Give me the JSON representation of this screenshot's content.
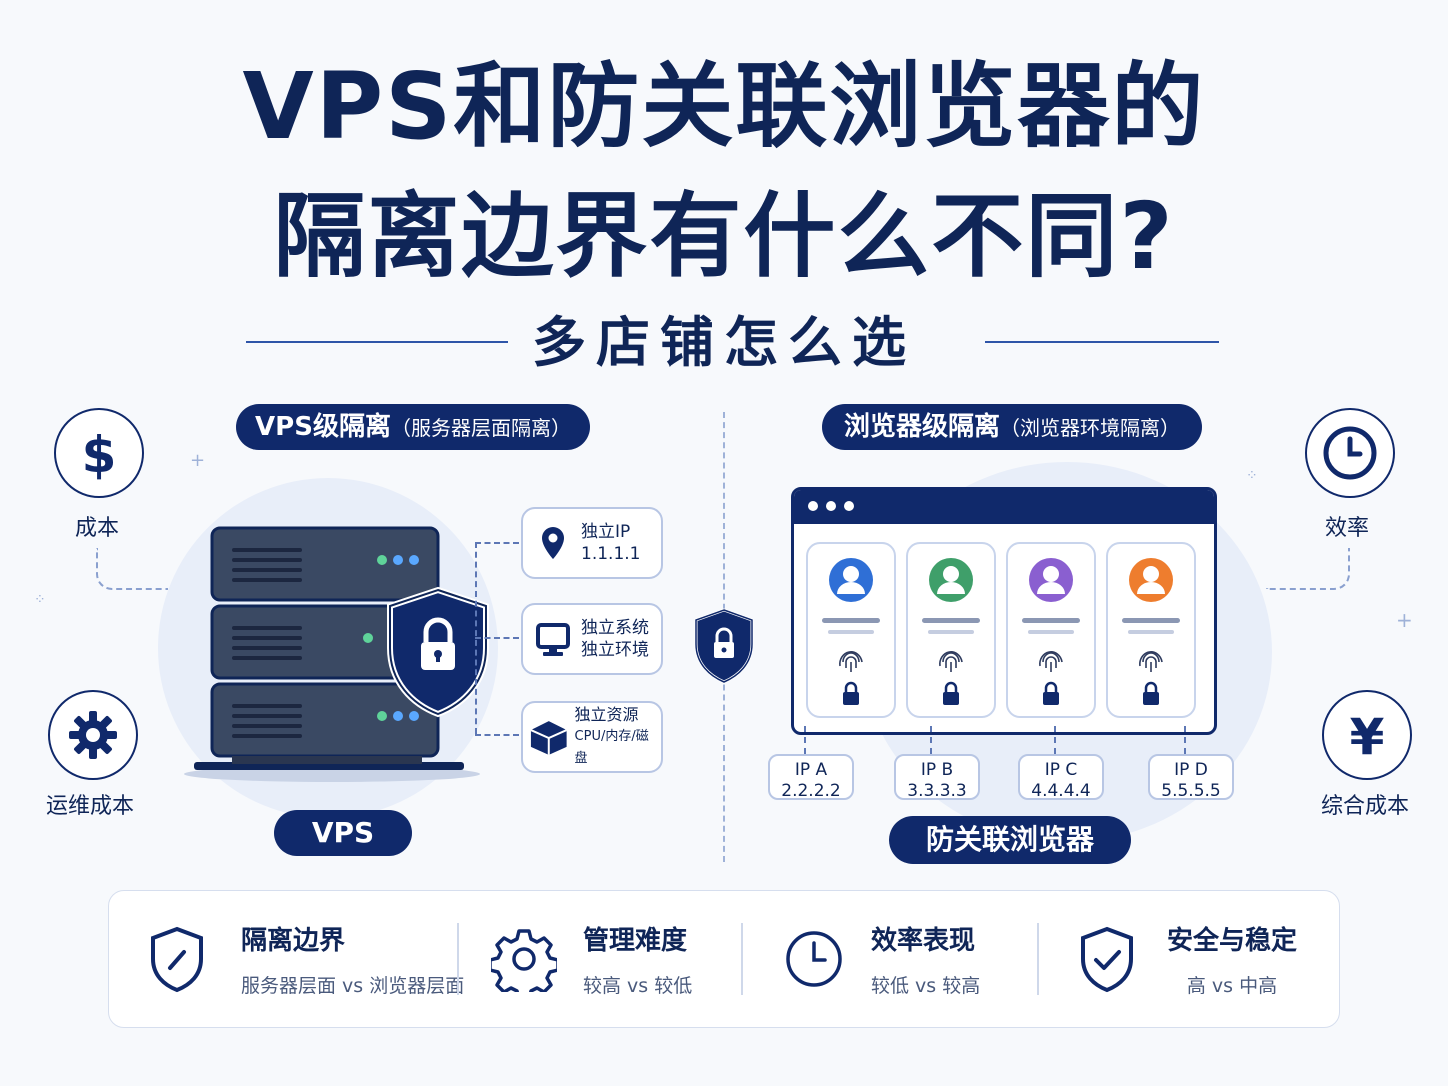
{
  "header": {
    "title_line1": "VPS和防关联浏览器的",
    "title_line2": "隔离边界有什么不同?",
    "subtitle": "多店铺怎么选"
  },
  "left_panel": {
    "pill_main": "VPS级隔离",
    "pill_small": "（服务器层面隔离）",
    "footer_label": "VPS",
    "features": [
      {
        "icon": "location-pin-icon",
        "line1": "独立IP",
        "line2": "1.1.1.1"
      },
      {
        "icon": "monitor-icon",
        "line1": "独立系统",
        "line2": "独立环境"
      },
      {
        "icon": "cube-icon",
        "line1": "独立资源",
        "line2": "CPU/内存/磁盘"
      }
    ]
  },
  "right_panel": {
    "pill_main": "浏览器级隔离",
    "pill_small": "（浏览器环境隔离）",
    "footer_label": "防关联浏览器",
    "profiles": [
      {
        "avatar_color": "#2f6fd6",
        "ip_name": "IP A",
        "ip_addr": "2.2.2.2"
      },
      {
        "avatar_color": "#3f9f6a",
        "ip_name": "IP B",
        "ip_addr": "3.3.3.3"
      },
      {
        "avatar_color": "#8a5fd0",
        "ip_name": "IP C",
        "ip_addr": "4.4.4.4"
      },
      {
        "avatar_color": "#ee7d2e",
        "ip_name": "IP D",
        "ip_addr": "5.5.5.5"
      }
    ]
  },
  "side_icons": {
    "cost": {
      "icon": "dollar-icon",
      "label": "成本"
    },
    "ops_cost": {
      "icon": "gear-icon",
      "label": "运维成本"
    },
    "efficiency": {
      "icon": "clock-icon",
      "label": "效率"
    },
    "total_cost": {
      "icon": "yen-icon",
      "label": "综合成本"
    }
  },
  "comparison": [
    {
      "icon": "shield-slash-icon",
      "title": "隔离边界",
      "detail": "服务器层面 vs 浏览器层面"
    },
    {
      "icon": "gear-outline-icon",
      "title": "管理难度",
      "detail": "较高 vs 较低"
    },
    {
      "icon": "clock-outline-icon",
      "title": "效率表现",
      "detail": "较低 vs 较高"
    },
    {
      "icon": "shield-check-icon",
      "title": "安全与稳定",
      "detail": "高 vs 中高"
    }
  ],
  "colors": {
    "navy": "#10296b",
    "accent_blue": "#2e55a8",
    "halo": "#e8eef9"
  }
}
